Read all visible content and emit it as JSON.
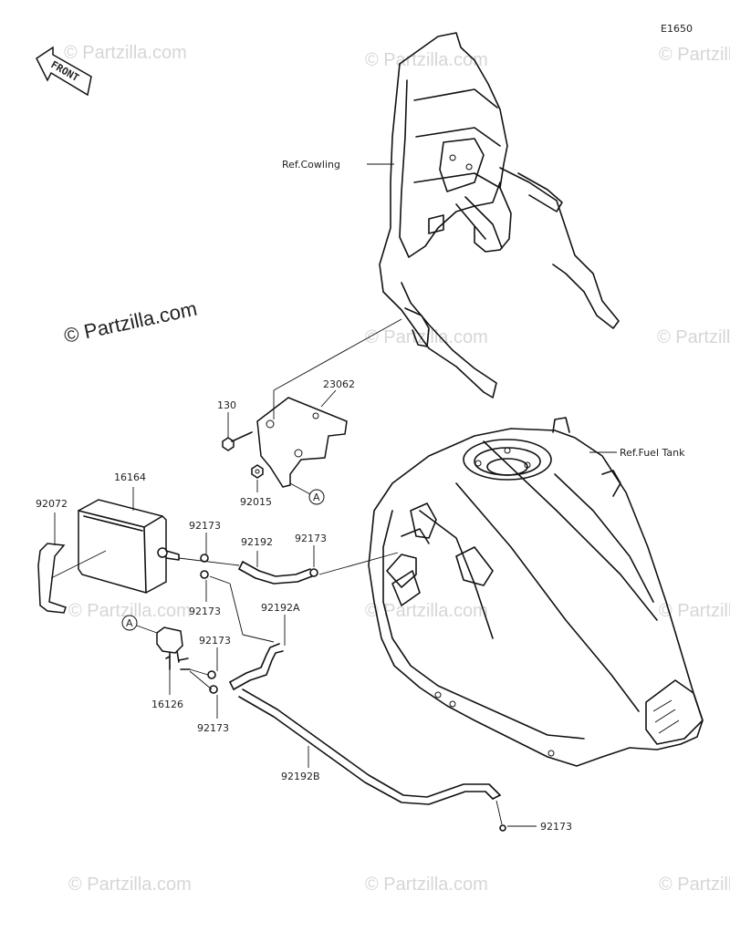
{
  "diagram_code": "E1650",
  "front_indicator": "FRONT",
  "watermark_main": "© Partzilla.com",
  "watermark_faint": "© Partzilla.com",
  "labels": {
    "ref_cowling": "Ref.Cowling",
    "ref_fuel_tank": "Ref.Fuel Tank",
    "p23062": "23062",
    "p130": "130",
    "p92015": "92015",
    "callout_a_1": "A",
    "callout_a_2": "A",
    "p16164": "16164",
    "p92072": "92072",
    "p92173_1": "92173",
    "p92192": "92192",
    "p92173_2": "92173",
    "p92173_3": "92173",
    "p92192A": "92192A",
    "p92173_4": "92173",
    "p16126": "16126",
    "p92173_5": "92173",
    "p92192B": "92192B",
    "p92173_6": "92173"
  }
}
